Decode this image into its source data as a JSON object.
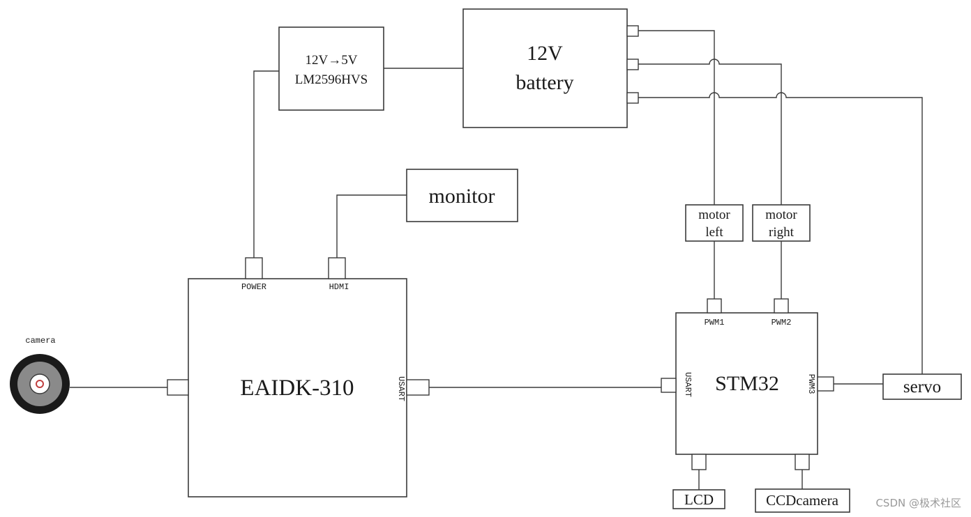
{
  "components": {
    "converter": {
      "line1": "12V→5V",
      "line2": "LM2596HVS"
    },
    "battery": {
      "line1": "12V",
      "line2": "battery"
    },
    "monitor": {
      "label": "monitor"
    },
    "motor_left": {
      "line1": "motor",
      "line2": "left"
    },
    "motor_right": {
      "line1": "motor",
      "line2": "right"
    },
    "eaidk": {
      "label": "EAIDK-310"
    },
    "stm32": {
      "label": "STM32"
    },
    "servo": {
      "label": "servo"
    },
    "lcd": {
      "label": "LCD"
    },
    "ccd": {
      "label": "CCDcamera"
    },
    "camera": {
      "label": "camera"
    }
  },
  "ports": {
    "power": "POWER",
    "hdmi": "HDMI",
    "eaidk_usart": "USART",
    "stm_usart": "USART",
    "pwm1": "PWM1",
    "pwm2": "PWM2",
    "pwm3": "PWM3"
  },
  "watermark": "CSDN @极术社区",
  "colors": {
    "line": "#3a3a3a",
    "text": "#1a1a1a",
    "watermark": "#9a9a9a",
    "camera_body": "#1a1a1a",
    "camera_ring": "#8a8a8a"
  }
}
